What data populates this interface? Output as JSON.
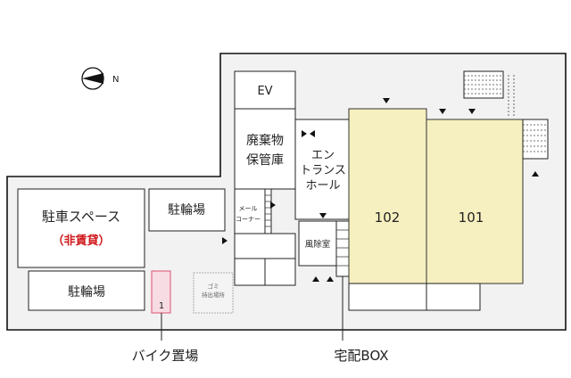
{
  "compass": {
    "label": "N"
  },
  "rooms": {
    "ev": "EV",
    "waste_storage": [
      "廃棄物",
      "保管庫"
    ],
    "entrance_hall": [
      "エン",
      "トランス",
      "ホール"
    ],
    "mail_corner": [
      "メール",
      "コーナー"
    ],
    "windbreak_room": "風除室",
    "parking_space": "駐車スペース",
    "parking_note": "（非賃貸）",
    "bicycle_parking_top": "駐輪場",
    "bicycle_parking_bottom": "駐輪場",
    "garbage_station": [
      "ゴミ",
      "持出場所"
    ],
    "unit_102": "102",
    "unit_101": "101",
    "bike_slot_number": "1"
  },
  "callouts": {
    "bike_parking": "バイク置場",
    "delivery_box": "宅配BOX"
  },
  "colors": {
    "unit_fill": "#f6efbf",
    "parking_note": "#d0181b",
    "bike_slot": "#e06a86"
  }
}
